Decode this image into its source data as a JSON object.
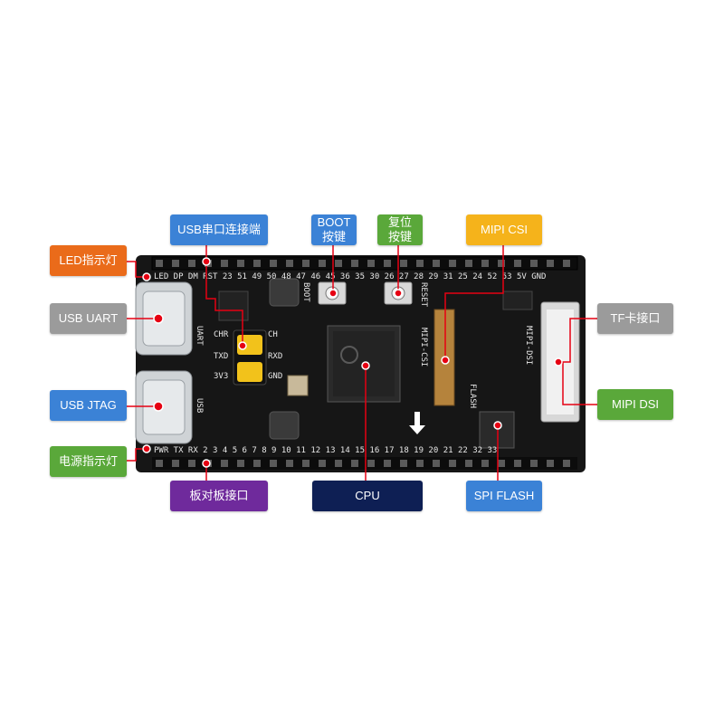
{
  "colors": {
    "orange": "#ea6b1a",
    "gray": "#9b9b9b",
    "blue": "#3b82d6",
    "green": "#5aa83a",
    "purple": "#6f2a9c",
    "navy": "#0e1f54",
    "yellow": "#f5b31b",
    "pointer": "#e60012"
  },
  "labels": {
    "led": "LED指示灯",
    "usb_uart": "USB UART",
    "usb_jtag": "USB JTAG",
    "power_led": "电源指示灯",
    "usb_serial": "USB串口连接端",
    "boot": "BOOT\n按键",
    "reset": "复位\n按键",
    "mipi_csi": "MIPI CSI",
    "tf_card": "TF卡接口",
    "mipi_dsi": "MIPI DSI",
    "board_conn": "板对板接口",
    "cpu": "CPU",
    "spi_flash": "SPI FLASH"
  },
  "silkscreen": {
    "top_pins": "LED DP DM RST 23 51 49 50 48 47 46 45 36 35 30 26 27 28 29 31 25 24 52 53 5V GND",
    "bottom_pins": "PWR TX RX 2 3 4 5 6 7 8 9 10 11 12 13 14 15 16 17 18 19 20 21 22 32 33",
    "uart": "UART",
    "usb": "USB",
    "boot": "BOOT",
    "reset": "RESET",
    "csi": "MIPI-CSI",
    "dsi": "MIPI-DSI",
    "flash": "FLASH",
    "chr": "CHR",
    "txd": "TXD",
    "rxd": "RXD",
    "v3": "3V3",
    "gnd": "GND",
    "ch": "CH"
  }
}
